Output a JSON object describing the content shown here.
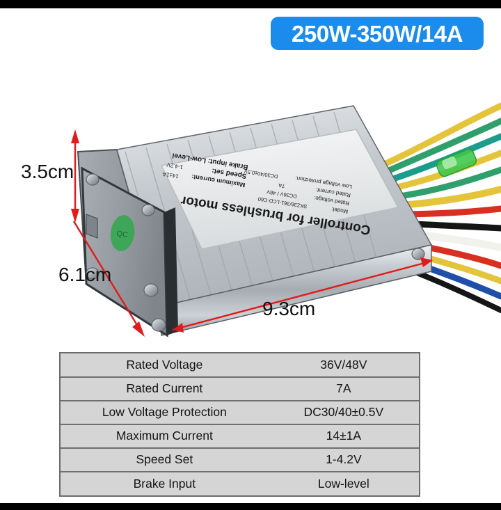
{
  "badge": {
    "label": "250W-350W/14A",
    "color": "#1b8ceb",
    "text_color": "#ffffff"
  },
  "product": {
    "name": "Controller for brushless motor",
    "body_color": "#b8bcc0",
    "endplate_color": "#9a9ea4",
    "qc_sticker": "QC",
    "qc_color": "#2fa84b",
    "label_lines": [
      "Controller for brushless motor",
      "Model:          SKZ36/361-LCD-C60",
      "Rated voltage:      DC36V / 48V",
      "Rated current:              7A",
      "Low voltage protection:  DC30/40±0.5V",
      "Maximum current:        14±1A",
      "Speed set:               1-4.2V",
      "Brake input: Low-Level"
    ],
    "wire_colors": [
      "#e8c83a",
      "#2aa06a",
      "#1aa08e",
      "#e03020",
      "#f0f0ea",
      "#1f4fa8",
      "#101010",
      "#e8c83a",
      "#2aa06a"
    ],
    "connector_color": "#3dc64a"
  },
  "dimensions": {
    "arrow_color": "#e01b1b",
    "height": "3.5cm",
    "depth": "6.1cm",
    "width": "9.3cm"
  },
  "spec_table": {
    "rows": [
      {
        "name": "Rated Voltage",
        "value": "36V/48V"
      },
      {
        "name": "Rated Current",
        "value": "7A"
      },
      {
        "name": "Low Voltage Protection",
        "value": "DC30/40±0.5V"
      },
      {
        "name": "Maximum Current",
        "value": "14±1A"
      },
      {
        "name": "Speed Set",
        "value": "1-4.2V"
      },
      {
        "name": "Brake Input",
        "value": "Low-level"
      }
    ],
    "bg_color": "#d5d5d5",
    "border_color": "#6b6b6b"
  }
}
